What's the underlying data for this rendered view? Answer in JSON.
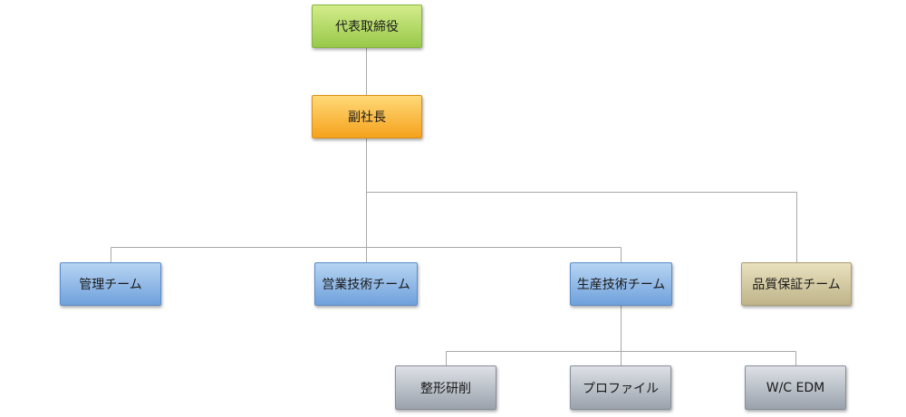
{
  "org_chart": {
    "ceo": "代表取締役",
    "vice_president": "副社長",
    "teams": {
      "admin": "管理チーム",
      "sales_engineering": "営業技術チーム",
      "production_engineering": "生産技術チーム",
      "quality_assurance": "品質保証チーム"
    },
    "production_units": {
      "forming_grinding": "整形研削",
      "profile": "プロファイル",
      "wc_edm": "W/C EDM"
    }
  },
  "colors": {
    "connector": "#a8a8a8",
    "top_box": "#98c94a",
    "vp_box": "#f5a21c",
    "team_box": "#6fa1dc",
    "qa_box": "#bfb489",
    "unit_box": "#9aa2ac"
  }
}
